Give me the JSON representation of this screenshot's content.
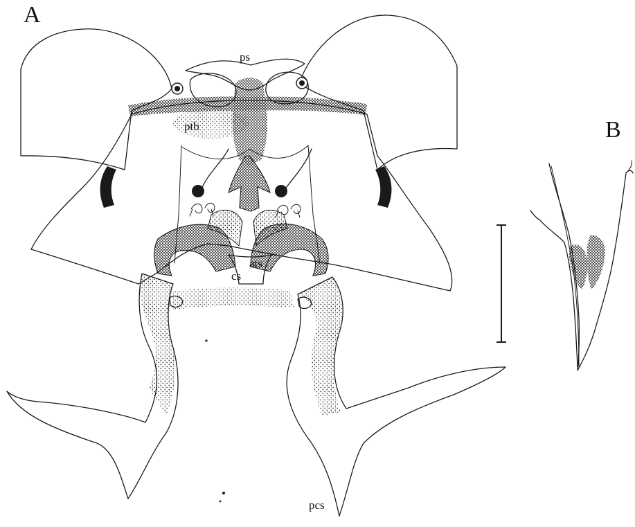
{
  "panels": {
    "A": "A",
    "B": "B"
  },
  "labels": {
    "ps": "ps",
    "ptb": "ptb",
    "ats": "ats",
    "cs": "cs",
    "pcs": "pcs"
  },
  "colors": {
    "ink": "#1a1a1a",
    "paper": "#ffffff"
  }
}
